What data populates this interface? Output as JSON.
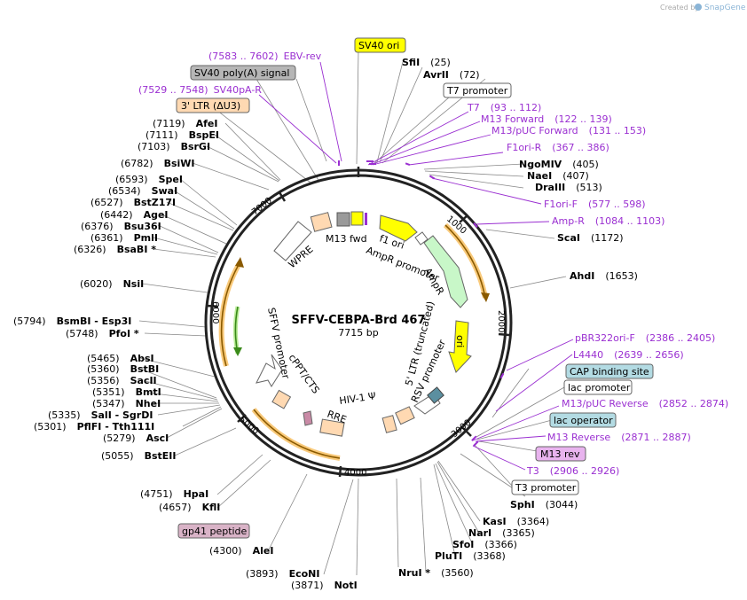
{
  "header": {
    "credit": "Created by",
    "brand": "SnapGene"
  },
  "plasmid": {
    "name": "SFFV-CEBPA-Brd 467",
    "size": "7715 bp",
    "length": 7715
  },
  "ticks": [
    "1000",
    "2000",
    "3000",
    "4000",
    "5000",
    "6000",
    "7000"
  ],
  "sites": [
    {
      "name": "SfiI",
      "pos": "(25)",
      "bp": 25
    },
    {
      "name": "AvrII",
      "pos": "(72)",
      "bp": 72
    },
    {
      "name": "NgoMIV",
      "pos": "(405)",
      "bp": 405
    },
    {
      "name": "NaeI",
      "pos": "(407)",
      "bp": 407
    },
    {
      "name": "DraIII",
      "pos": "(513)",
      "bp": 513
    },
    {
      "name": "ScaI",
      "pos": "(1172)",
      "bp": 1172
    },
    {
      "name": "AhdI",
      "pos": "(1653)",
      "bp": 1653
    },
    {
      "name": "SphI",
      "pos": "(3044)",
      "bp": 3044
    },
    {
      "name": "KasI",
      "pos": "(3364)",
      "bp": 3364
    },
    {
      "name": "NarI",
      "pos": "(3365)",
      "bp": 3365
    },
    {
      "name": "SfoI",
      "pos": "(3366)",
      "bp": 3366
    },
    {
      "name": "PluTI",
      "pos": "(3368)",
      "bp": 3368
    },
    {
      "name": "NruI *",
      "pos": "(3560)",
      "bp": 3560
    },
    {
      "name": "EcoNI",
      "pos": "(3893)",
      "bp": 3893
    },
    {
      "name": "NotI",
      "pos": "(3871)",
      "bp": 3871
    },
    {
      "name": "AleI",
      "pos": "(4300)",
      "bp": 4300
    },
    {
      "name": "KflI",
      "pos": "(4657)",
      "bp": 4657
    },
    {
      "name": "HpaI",
      "pos": "(4751)",
      "bp": 4751
    },
    {
      "name": "BstEII",
      "pos": "(5055)",
      "bp": 5055
    },
    {
      "name": "AscI",
      "pos": "(5279)",
      "bp": 5279
    },
    {
      "name": "PflFI - Tth111I",
      "pos": "(5301)",
      "bp": 5301
    },
    {
      "name": "SalI - SgrDI",
      "pos": "(5335)",
      "bp": 5335
    },
    {
      "name": "NheI",
      "pos": "(5347)",
      "bp": 5347
    },
    {
      "name": "BmtI",
      "pos": "(5351)",
      "bp": 5351
    },
    {
      "name": "SacII",
      "pos": "(5356)",
      "bp": 5356
    },
    {
      "name": "BstBI",
      "pos": "(5360)",
      "bp": 5360
    },
    {
      "name": "AbsI",
      "pos": "(5465)",
      "bp": 5465
    },
    {
      "name": "PfoI *",
      "pos": "(5748)",
      "bp": 5748
    },
    {
      "name": "BsmBI - Esp3I",
      "pos": "(5794)",
      "bp": 5794
    },
    {
      "name": "NsiI",
      "pos": "(6020)",
      "bp": 6020
    },
    {
      "name": "BsaBI *",
      "pos": "(6326)",
      "bp": 6326
    },
    {
      "name": "PmlI",
      "pos": "(6361)",
      "bp": 6361
    },
    {
      "name": "Bsu36I",
      "pos": "(6376)",
      "bp": 6376
    },
    {
      "name": "AgeI",
      "pos": "(6442)",
      "bp": 6442
    },
    {
      "name": "BstZ17I",
      "pos": "(6527)",
      "bp": 6527
    },
    {
      "name": "SwaI",
      "pos": "(6534)",
      "bp": 6534
    },
    {
      "name": "SpeI",
      "pos": "(6593)",
      "bp": 6593
    },
    {
      "name": "BsiWI",
      "pos": "(6782)",
      "bp": 6782
    },
    {
      "name": "BsrGI",
      "pos": "(7103)",
      "bp": 7103
    },
    {
      "name": "BspEI",
      "pos": "(7111)",
      "bp": 7111
    },
    {
      "name": "AfeI",
      "pos": "(7119)",
      "bp": 7119
    }
  ],
  "primers": [
    {
      "name": "EBV-rev",
      "pos": "(7583 .. 7602)"
    },
    {
      "name": "SV40pA-R",
      "pos": "(7529 .. 7548)"
    },
    {
      "name": "T7",
      "pos": "(93 .. 112)"
    },
    {
      "name": "M13 Forward",
      "pos": "(122 .. 139)"
    },
    {
      "name": "M13/pUC Forward",
      "pos": "(131 .. 153)"
    },
    {
      "name": "F1ori-R",
      "pos": "(367 .. 386)"
    },
    {
      "name": "F1ori-F",
      "pos": "(577 .. 598)"
    },
    {
      "name": "Amp-R",
      "pos": "(1084 .. 1103)"
    },
    {
      "name": "pBR322ori-F",
      "pos": "(2386 .. 2405)"
    },
    {
      "name": "L4440",
      "pos": "(2639 .. 2656)"
    },
    {
      "name": "M13/pUC Reverse",
      "pos": "(2852 .. 2874)"
    },
    {
      "name": "M13 Reverse",
      "pos": "(2871 .. 2887)"
    },
    {
      "name": "T3",
      "pos": "(2906 .. 2926)"
    }
  ],
  "feature_boxes": [
    {
      "name": "SV40 ori",
      "color": "#ffff00"
    },
    {
      "name": "SV40 poly(A) signal",
      "color": "#b6b6b6"
    },
    {
      "name": "3' LTR (ΔU3)",
      "color": "#ffd9b2"
    },
    {
      "name": "T7 promoter",
      "color": "#ffffff"
    },
    {
      "name": "CAP binding site",
      "color": "#b3dbe3"
    },
    {
      "name": "lac promoter",
      "color": "#ffffff"
    },
    {
      "name": "lac operator",
      "color": "#b3dbe3"
    },
    {
      "name": "M13 rev",
      "color": "#e8b3ee"
    },
    {
      "name": "T3 promoter",
      "color": "#ffffff"
    },
    {
      "name": "gp41 peptide",
      "color": "#d9b3c7"
    }
  ],
  "inner_features": [
    {
      "name": "WPRE"
    },
    {
      "name": "M13 fwd"
    },
    {
      "name": "f1 ori"
    },
    {
      "name": "AmpR promoter"
    },
    {
      "name": "AmpR"
    },
    {
      "name": "ori"
    },
    {
      "name": "5' LTR (truncated)"
    },
    {
      "name": "RSV promoter"
    },
    {
      "name": "HIV-1 Ψ"
    },
    {
      "name": "RRE"
    },
    {
      "name": "cPPT/CTS"
    },
    {
      "name": "SFFV promoter"
    }
  ],
  "colors": {
    "primer": "#9a2fd1",
    "backbone": "#222222",
    "orf_highlight": "#f5a623",
    "ampr": "#c8f7c8",
    "ori": "#ffff00",
    "ltr": "#ffd9b2"
  }
}
